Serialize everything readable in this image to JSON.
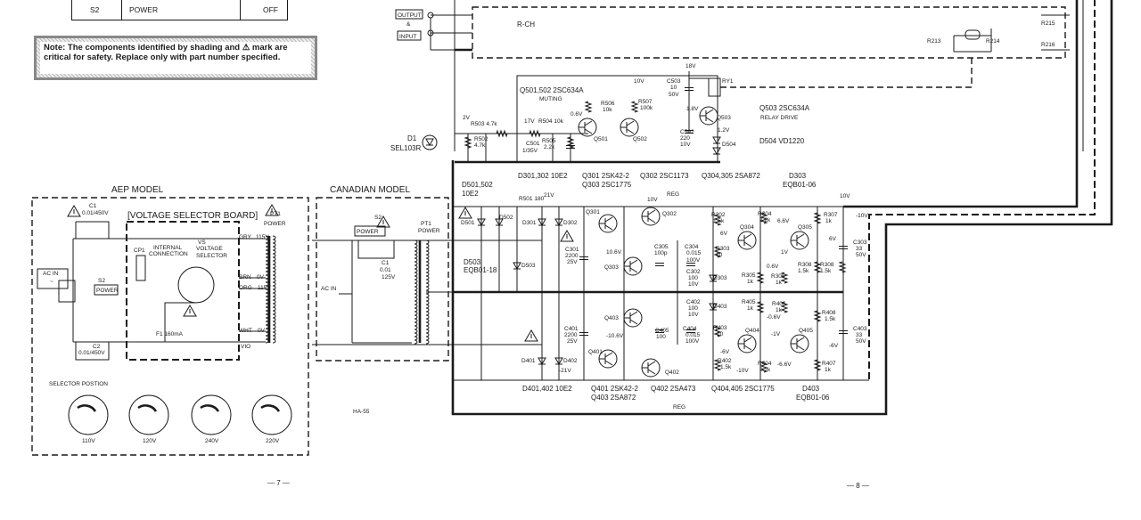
{
  "switch_table": {
    "ref": "S2",
    "name": "POWER",
    "position": "OFF"
  },
  "note": {
    "label": "Note:",
    "text": "The components identified by shading and ⚠ mark are critical for safety. Replace only with part number specified."
  },
  "rch": {
    "output": "OUTPUT",
    "amp": "&",
    "input": "INPUT",
    "title": "R-CH",
    "labels": [
      "R213",
      "R214",
      "R215",
      "R216"
    ]
  },
  "muting": {
    "labels": [
      "Q501,502 2SC634A",
      "MUTING",
      "10V",
      "18V",
      "C503",
      "10",
      "50V",
      "RY1",
      "Q503 2SC634A",
      "RELAY DRIVE",
      "D504 VD1220",
      "D1",
      "SEL103R",
      "2V",
      "R503 4.7k",
      "R502",
      "4.7k",
      "17V",
      "R504 10k",
      "0.6V",
      "C501",
      "1/35V",
      "R505",
      "2.2k",
      "R506",
      "10k",
      "R507",
      "100k",
      "Q501",
      "Q502",
      "1.8V",
      "C502",
      "220",
      "10V",
      "Q503",
      "1.2V",
      "D504"
    ]
  },
  "amp": {
    "upper": [
      "D501,502",
      "10E2",
      "D301,302 10E2",
      "Q301 2SK42-2",
      "Q302 2SC1173",
      "Q303 2SC1775",
      "Q304,305 2SA872",
      "D303",
      "EQB01-06",
      "REG",
      "R501 180",
      "21V",
      "10V",
      "D501",
      "D502",
      "D301",
      "D302",
      "D503",
      "EQB01-18",
      "D503",
      "C301",
      "2200",
      "25V",
      "Q301",
      "10V",
      "Q302",
      "10.6V",
      "Q303",
      "C305",
      "100p",
      "C304",
      "0.015",
      "100V",
      "C302",
      "100",
      "10V",
      "D303",
      "R302",
      "1.5k",
      "6V",
      "R303",
      "10",
      "Q304",
      "R304",
      "2.2k",
      "6.6V",
      "Q305",
      "6V",
      "1V",
      "0.6V",
      "R305",
      "1k",
      "R306",
      "1k",
      "R308",
      "1.5k",
      "R308",
      "1.5k",
      "R307",
      "1k",
      "C303",
      "33",
      "50V",
      "-10V"
    ],
    "lower": [
      "C402",
      "100",
      "10V",
      "D403",
      "R405",
      "1k",
      "R406",
      "1k",
      "-0.6V",
      "R408",
      "1.5k",
      "Q403",
      "C401",
      "2200",
      "25V",
      "C405",
      "100",
      "C404",
      "0.015",
      "100V",
      "R403",
      "10",
      "Q404",
      "-1V",
      "Q405",
      "-10.6V",
      "Q401",
      "-6V",
      "-6V",
      "C403",
      "33",
      "50V",
      "D401",
      "D402",
      "-21V",
      "Q402",
      "R402",
      "1.5k",
      "-10V",
      "R404",
      "2.2k",
      "-6.6V",
      "R407",
      "1k",
      "D401,402 10E2",
      "Q401 2SK42-2",
      "Q403 2SA872",
      "Q402 2SA473",
      "Q404,405 2SC1775",
      "D403",
      "EQB01-06",
      "REG"
    ]
  },
  "aep": {
    "title": "AEP MODEL",
    "board_title": "[VOLTAGE SELECTOR BOARD]",
    "labels": [
      "C1",
      "0.01/450V",
      "PT1",
      "POWER",
      "GRY",
      "115V",
      "VS",
      "VOLTAGE",
      "SELECTOR",
      "INTERNAL",
      "CONNECTION",
      "CP1",
      "AC IN",
      "~",
      "S2",
      "POWER",
      "BRN",
      "0V",
      "ORG",
      "115V",
      "F1 160mA",
      "WHT",
      "0V",
      "VIO",
      "C2",
      "0.01/450V",
      "SELECTOR POSTION"
    ],
    "positions": [
      "110V",
      "120V",
      "240V",
      "220V"
    ]
  },
  "canadian": {
    "title": "CANADIAN MODEL",
    "labels": [
      "S2",
      "POWER",
      "C1",
      "0.01",
      "125V",
      "PT1",
      "POWER",
      "AC IN"
    ]
  },
  "model_code": "HA-55",
  "pages": {
    "left": "— 7 —",
    "right": "— 8 —"
  }
}
